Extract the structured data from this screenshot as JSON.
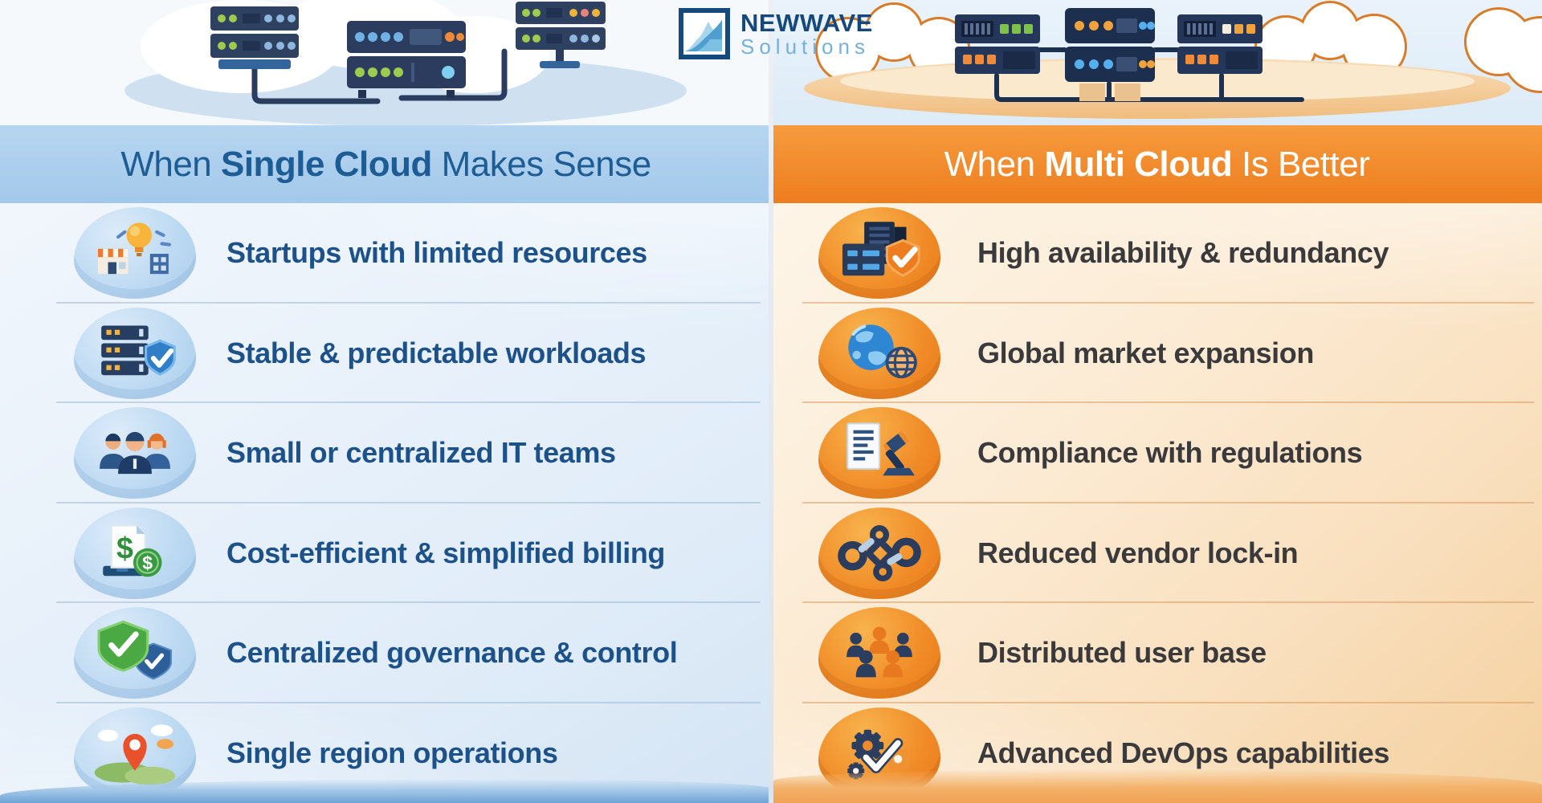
{
  "logo": {
    "brand": "NEWWAVE",
    "subtitle": "Solutions"
  },
  "left_panel": {
    "header": {
      "prefix": "When ",
      "highlight": "Single Cloud",
      "suffix": " Makes Sense"
    },
    "items": [
      {
        "label": "Startups with limited resources",
        "icon": "storefront-lightbulb-icon"
      },
      {
        "label": "Stable & predictable workloads",
        "icon": "server-shield-icon"
      },
      {
        "label": "Small or centralized IT teams",
        "icon": "team-icon"
      },
      {
        "label": "Cost-efficient & simplified billing",
        "icon": "billing-dollar-icon"
      },
      {
        "label": "Centralized governance & control",
        "icon": "governance-shields-icon"
      },
      {
        "label": "Single region operations",
        "icon": "location-pin-icon"
      }
    ]
  },
  "right_panel": {
    "header": {
      "prefix": "When ",
      "highlight": "Multi Cloud",
      "suffix": " Is Better"
    },
    "items": [
      {
        "label": "High availability & redundancy",
        "icon": "server-shield-check-icon"
      },
      {
        "label": "Global market expansion",
        "icon": "globe-icon"
      },
      {
        "label": "Compliance with regulations",
        "icon": "document-gavel-icon"
      },
      {
        "label": "Reduced vendor lock-in",
        "icon": "chain-link-icon"
      },
      {
        "label": "Distributed user base",
        "icon": "user-group-icon"
      },
      {
        "label": "Advanced DevOps capabilities",
        "icon": "gears-check-icon"
      }
    ]
  },
  "colors": {
    "left_header_bg": "#a9cdec",
    "left_header_text": "#1d5c95",
    "left_item_text": "#1d5189",
    "right_header_bg": "#f0862b",
    "right_header_text": "#ffffff",
    "right_item_text": "#3a3a3c",
    "logo_brand": "#15497d",
    "logo_subtitle": "#74b1dc"
  }
}
